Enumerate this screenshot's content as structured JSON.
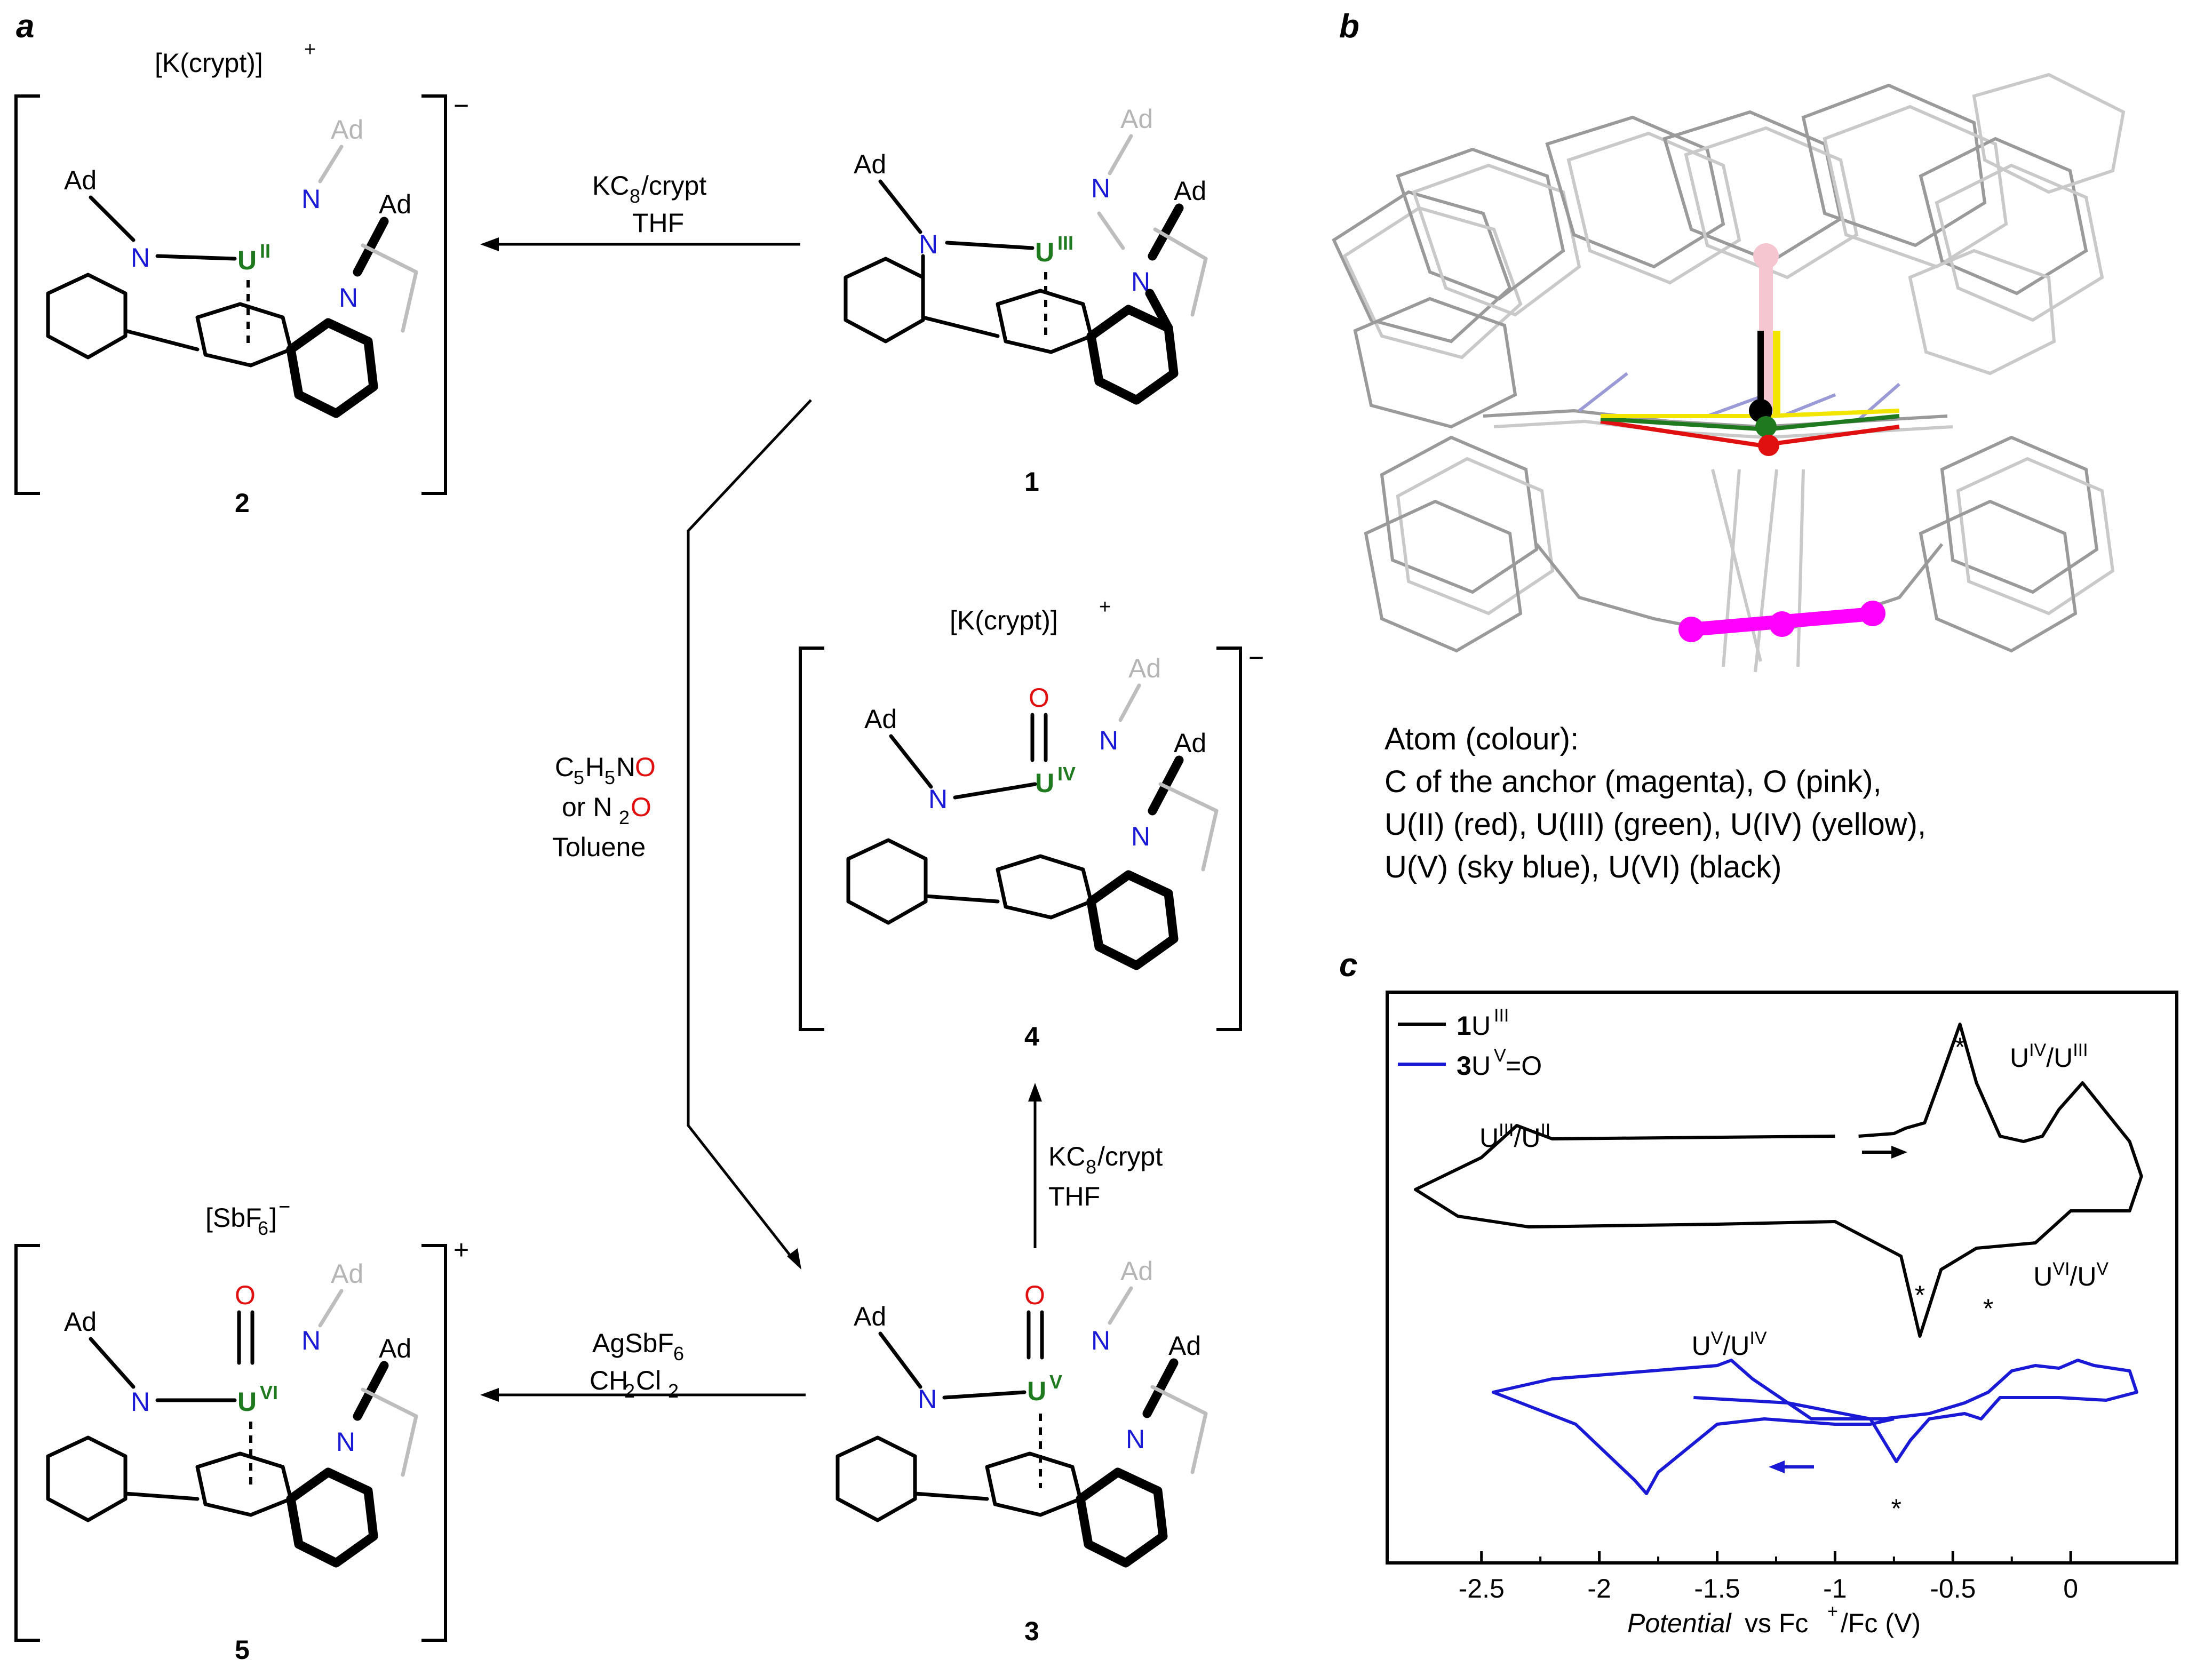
{
  "panels": {
    "a": "a",
    "b": "b",
    "c": "c"
  },
  "scheme": {
    "cation_k": "[K(crypt)]",
    "anion_sbf6": "[SbF",
    "sub6": "6",
    "sup_plus": "+",
    "sup_minus": "−",
    "Ad": "Ad",
    "N": "N",
    "O": "O",
    "U": "U",
    "ox_II": "II",
    "ox_III": "III",
    "ox_IV": "IV",
    "ox_V": "V",
    "ox_VI": "VI",
    "compound_labels": [
      "1",
      "2",
      "3",
      "4",
      "5"
    ],
    "arrow_1_2": {
      "line1a": "KC",
      "line1sub": "8",
      "line1b": "/crypt",
      "line2": "THF"
    },
    "arrow_1_3": {
      "a": "C",
      "a_sub1": "5",
      "b": "H",
      "b_sub": "5",
      "c": "N",
      "c_red": "O",
      "line2a": "or N",
      "line2sub": "2",
      "line2red": "O",
      "line3": "Toluene"
    },
    "arrow_3_4": {
      "line1a": "KC",
      "line1sub": "8",
      "line1b": "/crypt",
      "line2": "THF"
    },
    "arrow_3_5": {
      "line1a": "AgSbF",
      "line1sub": "6",
      "line2a": "CH",
      "line2sub1": "2",
      "line2b": "Cl",
      "line2sub2": "2"
    }
  },
  "structure_legend": {
    "title": "Atom (colour):",
    "line1": "C of the anchor (magenta), O (pink),",
    "line2": "U(II) (red), U(III) (green), U(IV) (yellow),",
    "line3": "U(V) (sky blue), U(VI) (black)"
  },
  "colors": {
    "magenta": "#ff00ff",
    "pink": "#f5c6cf",
    "red": "#e01010",
    "green": "#1f7a1f",
    "yellow": "#f2e600",
    "skyblue": "#8fc8f0",
    "black": "#000000",
    "nitrogen_blue": "#1a1ad6"
  },
  "chart_data": {
    "type": "line",
    "xlabel_italic": "Potential",
    "xlabel_rest": " vs Fc",
    "xlabel_sup": "+",
    "xlabel_end": "/Fc (V)",
    "xlim": [
      -2.9,
      0.45
    ],
    "xticks": [
      -2.5,
      -2,
      -1.5,
      -1,
      -0.5,
      0
    ],
    "xtick_labels": [
      "-2.5",
      "-2",
      "-1.5",
      "-1",
      "-0.5",
      "0"
    ],
    "legend": [
      {
        "num": "1",
        "text": " U",
        "sup": "III",
        "color": "#000000"
      },
      {
        "num": "3",
        "text": " U",
        "sup": "V",
        "tail": "=O",
        "color": "#1a1ad6"
      }
    ],
    "annotations": [
      {
        "base": "U",
        "sup1": "III",
        "mid": "/U",
        "sup2": "II",
        "x": -2.35,
        "color": "#000000"
      },
      {
        "base": "U",
        "sup1": "IV",
        "mid": "/U",
        "sup2": "III",
        "x": -0.1,
        "color": "#000000"
      },
      {
        "base": "U",
        "sup1": "V",
        "mid": "/U",
        "sup2": "IV",
        "x": -1.45,
        "color": "#1a1ad6"
      },
      {
        "base": "U",
        "sup1": "VI",
        "mid": "/U",
        "sup2": "V",
        "x": 0.0,
        "color": "#1a1ad6"
      }
    ],
    "stars": [
      {
        "x": -0.47,
        "color": "#000000"
      },
      {
        "x": -0.64,
        "color": "#000000"
      },
      {
        "x": -0.35,
        "color": "#1a1ad6"
      },
      {
        "x": -0.74,
        "color": "#1a1ad6"
      }
    ],
    "series": [
      {
        "name": "1 UIII",
        "color": "#000000",
        "x": [
          -1.0,
          -2.2,
          -2.35,
          -2.5,
          -2.78,
          -2.6,
          -2.3,
          -1.5,
          -1.0,
          -0.72,
          -0.64,
          -0.55,
          -0.4,
          -0.15,
          0.0,
          0.25,
          0.3,
          0.25,
          0.05,
          -0.05,
          -0.12,
          -0.2,
          -0.3,
          -0.4,
          -0.47,
          -0.55,
          -0.62,
          -0.7,
          -0.75,
          -0.9
        ],
        "y": [
          0.2,
          0.19,
          0.24,
          0.12,
          0.0,
          -0.1,
          -0.14,
          -0.13,
          -0.12,
          -0.25,
          -0.55,
          -0.3,
          -0.22,
          -0.2,
          -0.08,
          -0.08,
          0.05,
          0.18,
          0.4,
          0.3,
          0.2,
          0.18,
          0.2,
          0.4,
          0.62,
          0.42,
          0.25,
          0.23,
          0.21,
          0.2
        ]
      },
      {
        "name": "3 UV=O",
        "color": "#1a1ad6",
        "x": [
          -0.75,
          -0.85,
          -1.0,
          -1.3,
          -1.5,
          -1.75,
          -1.8,
          -1.85,
          -2.1,
          -2.45,
          -2.2,
          -1.5,
          -1.44,
          -1.35,
          -1.1,
          -0.8,
          -0.6,
          -0.45,
          -0.35,
          -0.25,
          -0.15,
          -0.05,
          0.03,
          0.1,
          0.25,
          0.28,
          0.15,
          -0.05,
          -0.2,
          -0.3,
          -0.38,
          -0.45,
          -0.6,
          -0.68,
          -0.74,
          -0.85,
          -1.2,
          -1.6
        ],
        "y": [
          -0.1,
          -0.12,
          -0.12,
          -0.1,
          -0.12,
          -0.3,
          -0.38,
          -0.33,
          -0.12,
          0.0,
          0.05,
          0.1,
          0.12,
          0.05,
          -0.1,
          -0.1,
          -0.08,
          -0.04,
          0.0,
          0.08,
          0.1,
          0.09,
          0.12,
          0.1,
          0.08,
          0.0,
          -0.03,
          -0.02,
          -0.02,
          -0.02,
          -0.1,
          -0.08,
          -0.1,
          -0.18,
          -0.26,
          -0.1,
          -0.04,
          -0.02
        ]
      }
    ]
  }
}
